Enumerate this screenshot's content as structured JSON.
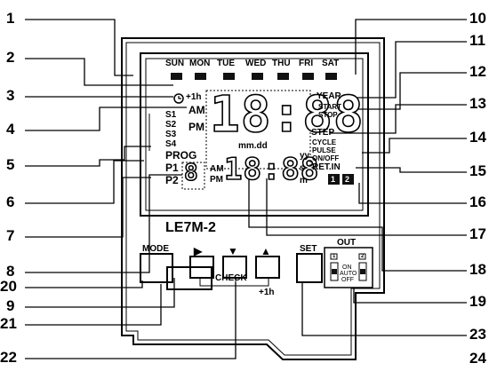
{
  "callouts": [
    "1",
    "2",
    "3",
    "4",
    "5",
    "6",
    "7",
    "8",
    "9",
    "10",
    "11",
    "12",
    "13",
    "14",
    "15",
    "16",
    "17",
    "18",
    "19",
    "20",
    "21",
    "22",
    "23",
    "24"
  ],
  "days": [
    "SUN",
    "MON",
    "TUE",
    "WED",
    "THU",
    "FRI",
    "SAT"
  ],
  "display": {
    "plus1h": "+1h",
    "am": "AM",
    "pm": "PM",
    "main_digits": "18:88",
    "slots": [
      "S1",
      "S2",
      "S3",
      "S4"
    ],
    "prog": "PROG",
    "p1": "P1",
    "p2": "P2",
    "small_digit": "8",
    "mmdd": "mm.dd",
    "am2": "AM",
    "pm2": "PM",
    "small_digits": "18:88",
    "yy": "yy",
    "s": "s",
    "m": "m",
    "year": "YEAR",
    "start": "START",
    "stop": "STOP",
    "step": "STEP",
    "cycle": "CYCLE",
    "pulse": "PULSE",
    "onoff": "ON/OFF",
    "retin": "RET.IN",
    "ch1": "1",
    "ch2": "2"
  },
  "model": "LE7M-2",
  "check": "CHECK",
  "buttons": {
    "mode": "MODE",
    "right": "▶",
    "down": "▼",
    "up": "▲",
    "plus1h": "+1h",
    "set": "SET"
  },
  "out": {
    "title": "OUT",
    "ch1": "1",
    "ch2": "2",
    "on": "ON",
    "auto": "AUTO",
    "off": "OFF"
  }
}
